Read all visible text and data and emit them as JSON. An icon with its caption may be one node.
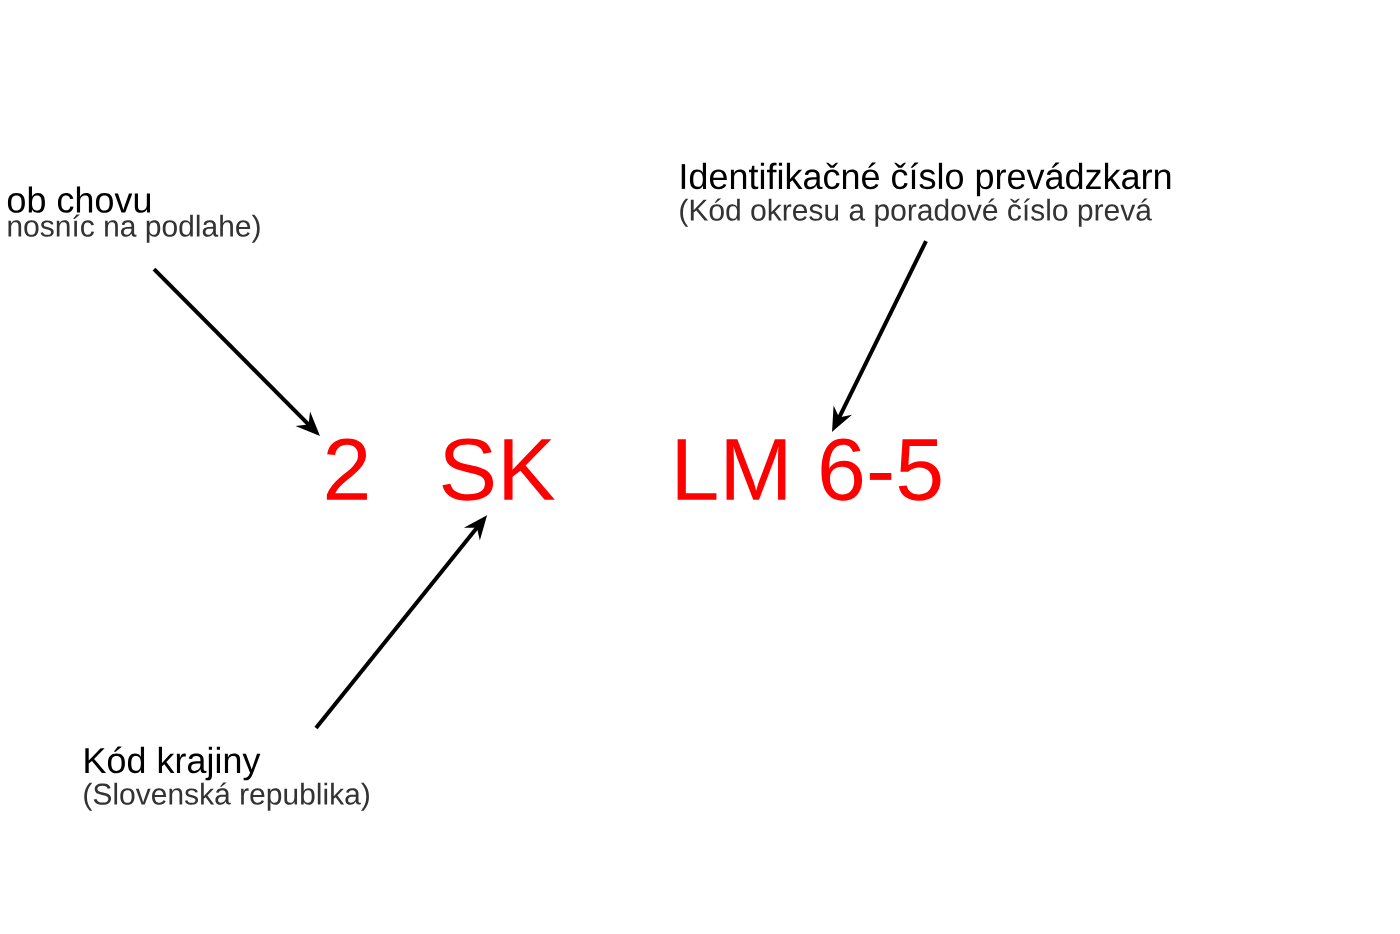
{
  "diagram": {
    "nodes": [
      {
        "text": [
          "ob chovu",
          "nosníc na podlahe)"
        ]
      },
      {
        "text": [
          "Identifikačné číslo prevádzkarn",
          "(Kód okresu a poradové číslo prevá"
        ]
      },
      {
        "text": [
          "Kód krajiny",
          "(Slovenská republika)"
        ]
      },
      {
        "text": [
          "2"
        ]
      },
      {
        "text": [
          "SK"
        ]
      },
      {
        "text": [
          "LM 6-5"
        ]
      }
    ],
    "edges": [
      {
        "from": 0,
        "to": 3,
        "arrow": "to"
      },
      {
        "from": 1,
        "to": 5,
        "arrow": "to"
      },
      {
        "from": 2,
        "to": 4,
        "arrow": "to"
      }
    ]
  }
}
